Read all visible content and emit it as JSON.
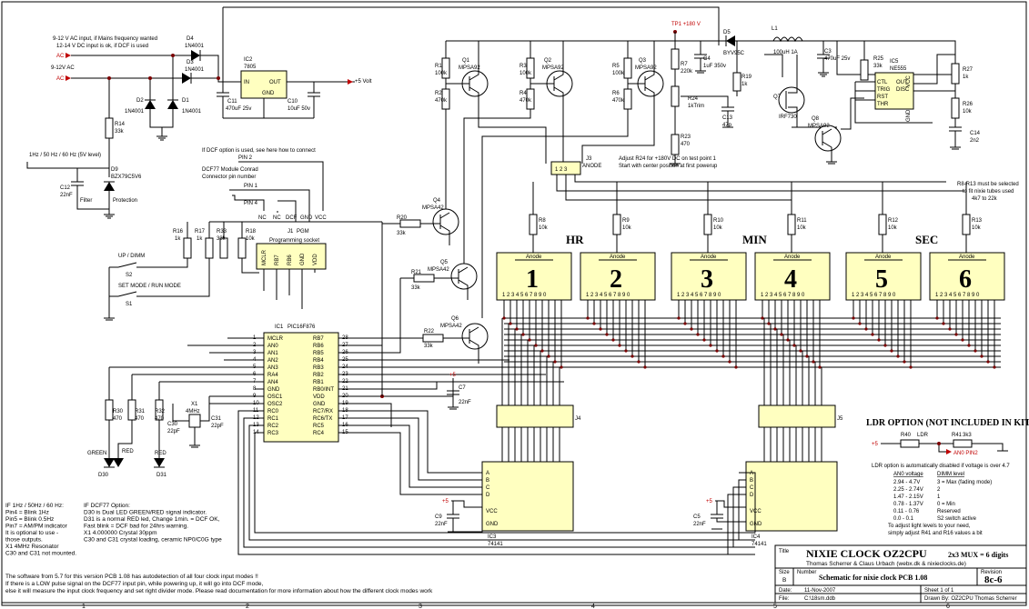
{
  "power": {
    "ac_in_note1": "9-12 V AC input, if Mains frequency wanted",
    "ac_in_note2": "12-14 V DC input is ok, if DCF is used",
    "ac_label": "AC",
    "ac_label2": "AC",
    "ac_voltage": "9-12V AC",
    "d4": "D4",
    "d4v": "1N4001",
    "d3": "D3",
    "d3v": "1N4001",
    "d2": "D2",
    "d2v": "1N4001",
    "d1": "D1",
    "d1v": "1N4001",
    "ic2": "IC2",
    "ic2v": "7805",
    "in": "IN",
    "out": "OUT",
    "gnd": "GND",
    "c11": "C11",
    "c11v": "470uF 25v",
    "c10": "C10",
    "c10v": "10uF 50v",
    "plus5": "+5 Volt",
    "r14": "R14",
    "r14v": "33k",
    "freq_note": "1Hz / 50 Hz / 60 Hz (5V level)",
    "d9": "D9",
    "d9v": "BZX79C5V6",
    "c12": "C12",
    "c12v": "22nF",
    "filter": "Filter",
    "protection": "Protection"
  },
  "dcf": {
    "note": "If DCF option is used, see here how to connect",
    "pin2": "PIN 2",
    "module": "DCF77 Module Conrad",
    "connector": "Connector pin number",
    "pin1": "PIN 1",
    "pin4": "PIN 4",
    "nc1": "NC",
    "nc2": "NC",
    "dcf": "DCF",
    "gndl": "GND",
    "vcc": "VCC"
  },
  "hv": {
    "tp1": "TP1 +180 V",
    "d5": "D5",
    "d5v": "BYV95C",
    "l1": "L1",
    "l1v": "100uH 1A",
    "c3": "C3",
    "c3v": "470uF 25v",
    "c4": "C4",
    "c4v": "1uF 350v",
    "r19": "R19",
    "r19v": "1k",
    "q7": "Q7",
    "q7v": "IRF730",
    "r7": "R7",
    "r7v": "220k",
    "r24": "R24",
    "r24v": "1kTrim",
    "c13": "C13",
    "c13v": "47p",
    "r23": "R23",
    "r23v": "470",
    "q8": "Q8",
    "q8v": "MPSA92",
    "r25": "R25",
    "r25v": "33k",
    "ic5": "IC5",
    "ic5v": "NE555",
    "ctl": "CTL",
    "trig": "TRIG",
    "rst": "RST",
    "thr": "THR",
    "out555": "OUT",
    "disc": "DISC",
    "vcc555": "VCC",
    "gnd555": "GND",
    "r27": "R27",
    "r27v": "1k",
    "r26": "R26",
    "r26v": "10k",
    "c14": "C14",
    "c14v": "2n2",
    "adjust1": "Adjust R24 for +180V DC on test point 1",
    "adjust2": "Start with center position at first powerup"
  },
  "anode": {
    "q1": "Q1",
    "q1v": "MPSA92",
    "q2": "Q2",
    "q2v": "MPSA92",
    "q3": "Q3",
    "q3v": "MPSA92",
    "r1": "R1",
    "r1v": "100k",
    "r2": "R2",
    "r2v": "470k",
    "r3": "R3",
    "r3v": "100k",
    "r4": "R4",
    "r4v": "470k",
    "r5": "R5",
    "r5v": "100k",
    "r6": "R6",
    "r6v": "470k",
    "j3": "J3",
    "j3v": "ANODE",
    "q4": "Q4",
    "q4v": "MPSA42",
    "q5": "Q5",
    "q5v": "MPSA42",
    "q6": "Q6",
    "q6v": "MPSA42",
    "r20": "R20",
    "r20v": "33k",
    "r21": "R21",
    "r21v": "33k",
    "r22": "R22",
    "r22v": "33k"
  },
  "tubes": {
    "note1": "R8-R13 must be selected",
    "note2": "to fit nixie tubes used",
    "note3": "4k7 to 22k",
    "hr": "HR",
    "min": "MIN",
    "sec": "SEC",
    "anode_label": "Anode",
    "pins": "1 2 3 4 5 6 7 8 9 0",
    "items": [
      {
        "r": "R8",
        "rv": "10k",
        "digit": "1"
      },
      {
        "r": "R9",
        "rv": "10k",
        "digit": "2"
      },
      {
        "r": "R10",
        "rv": "10k",
        "digit": "3"
      },
      {
        "r": "R11",
        "rv": "10k",
        "digit": "4"
      },
      {
        "r": "R12",
        "rv": "10k",
        "digit": "5"
      },
      {
        "r": "R13",
        "rv": "10k",
        "digit": "6"
      }
    ]
  },
  "mcu": {
    "ic1": "IC1",
    "ic1v": "PIC16F876",
    "j1": "J1",
    "pgm": "PGM",
    "prog_socket": "Programming socket",
    "mclr": "MCLR",
    "rb7p": "RB7",
    "rb6p": "RB6",
    "gndp": "GND",
    "vddp": "VDD",
    "left_pins": [
      "MCLR",
      "AN0",
      "AN1",
      "AN2",
      "AN3",
      "RA4",
      "AN4",
      "GND",
      "OSC1",
      "OSC2",
      "RC0",
      "RC1",
      "RC2",
      "RC3"
    ],
    "left_nums": [
      "1",
      "2",
      "3",
      "4",
      "5",
      "6",
      "7",
      "8",
      "9",
      "10",
      "11",
      "12",
      "13",
      "14"
    ],
    "right_pins": [
      "RB7",
      "RB6",
      "RB5",
      "RB4",
      "RB3",
      "RB2",
      "RB1",
      "RB0/INT",
      "VDD",
      "GND",
      "RC7/RX",
      "RC6/TX",
      "RC5",
      "RC4"
    ],
    "right_nums": [
      "28",
      "27",
      "26",
      "25",
      "24",
      "23",
      "22",
      "21",
      "20",
      "19",
      "18",
      "17",
      "16",
      "15"
    ],
    "r16": "R16",
    "r16v": "1k",
    "r17": "R17",
    "r17v": "1k",
    "r33": "R33",
    "r33v": "33k",
    "r18": "R18",
    "r18v": "10k",
    "updimm": "UP / DIMM",
    "s2": "S2",
    "setmode": "SET MODE / RUN MODE",
    "s1": "S1",
    "r30": "R30",
    "r30v": "470",
    "r31": "R31",
    "r31v": "470",
    "r32": "R32",
    "r32v": "470",
    "x1": "X1",
    "x1v": "4MHz",
    "c30": "C30",
    "c30v": "22pF",
    "c31": "C31",
    "c31v": "22pF",
    "green": "GREEN",
    "red1": "RED",
    "red2": "RED",
    "d30": "D30",
    "d31": "D31",
    "c7": "C7",
    "c7v": "22nF",
    "plus5b": "+5"
  },
  "drivers": {
    "j4": "J4",
    "j5": "J5",
    "ic3": "IC3",
    "ic3v": "74141",
    "ic4": "IC4",
    "ic4v": "74141",
    "a": "A",
    "b": "B",
    "c": "C",
    "d": "D",
    "vccd": "VCC",
    "gndd": "GND",
    "c9": "C9",
    "c9v": "22nF",
    "c5": "C5",
    "c5v": "22nF",
    "plus5c": "+5",
    "plus5d": "+5"
  },
  "ldr": {
    "title": "LDR OPTION (NOT INCLUDED IN KIT)",
    "r40": "R40",
    "ldr": "LDR",
    "r41": "R41",
    "r41v": "3k3",
    "plus5": "+5",
    "an0": "AN0 PIN2",
    "note1": "LDR option is automatically disabled if voltage is over 4.7",
    "col1": "AN0 voltage",
    "col2": "DIMM level",
    "rows": [
      [
        "2.94 - 4.7V",
        "3 = Max (fading mode)"
      ],
      [
        "2.25 - 2.74V",
        "2"
      ],
      [
        "1.47 - 2.15V",
        "1"
      ],
      [
        "0.78 - 1.37V",
        "0 = Min"
      ],
      [
        "0.11 - 0.76",
        "Reserved"
      ],
      [
        "0.0 - 0.1",
        "S2 switch active"
      ]
    ],
    "adj1": "To adjust light levels to your need,",
    "adj2": "simply adjust R41 and R16 values a bit"
  },
  "notes": {
    "left": [
      "IF 1Hz / 50Hz / 60 Hz:",
      "Pin4 = Blink 1Hz",
      "Pin5 = Blink 0.5Hz",
      "Pin7 = AM/PM indicator",
      "It is optional to use -",
      "those outputs.",
      "X1 4MHz Resonator",
      "C30 and C31 not mounted."
    ],
    "mid": [
      "IF DCF77 Option:",
      "D30 is Dual LED GREEN/RED signal indicator.",
      "D31 is a normal RED led, Change 1min. = DCF OK,",
      "Fast blink = DCF bad for 24hrs warning.",
      "X1 4.000000 Crystal 30ppm",
      "C30 and C31 crystal loading, ceramic NP0/C0G type"
    ],
    "bottom": [
      "The software from 5.7 for this version PCB 1.08 has autodetection of all four clock input modes !!",
      "If there is a LOW pulse signal on the DCF77 input pin, while powering up, it will go into DCF mode,",
      "else it will measure the input clock frequency and set right divider mode. Please read documentation for more information about how the different clock modes work"
    ]
  },
  "titleblock": {
    "title_label": "Title",
    "title": "NIXIE CLOCK OZ2CPU",
    "mux": "2x3 MUX = 6 digits",
    "authors": "Thomas Scherrer & Claus Urbach (webx.dk & nixieclocks.de)",
    "size_label": "Size",
    "size": "B",
    "number_label": "Number",
    "number": "Schematic for nixie clock PCB 1.08",
    "revision_label": "Revision",
    "revision": "8c-6",
    "date_label": "Date:",
    "date": "11-Nov-2007",
    "file_label": "File:",
    "file": "C:\\18sm.ddb",
    "sheet": "Sheet 1 of 1",
    "drawn": "Drawn By:  OZ2CPU Thomas Scherrer"
  },
  "border": {
    "cols": [
      "1",
      "2",
      "3",
      "4",
      "5",
      "6"
    ]
  }
}
